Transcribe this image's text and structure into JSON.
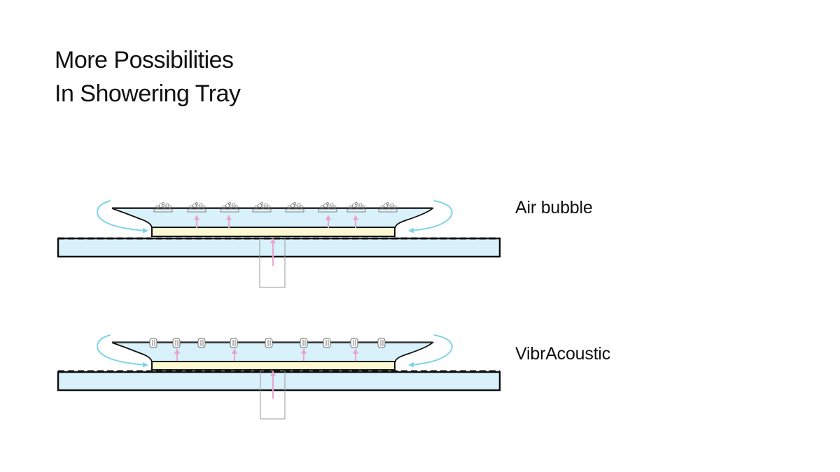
{
  "title": {
    "line1": "More Possibilities",
    "line2": "In Showering Tray"
  },
  "diagrams": [
    {
      "id": "air-bubble",
      "label": "Air bubble"
    },
    {
      "id": "vibracoustic",
      "label": "VibrAcoustic"
    }
  ],
  "colors": {
    "water": "#d8f1fa",
    "flow_arrow": "#7fd3ea",
    "lift_arrow": "#e8a6cf",
    "pad": "#fbf8d2",
    "outline": "#111111"
  }
}
